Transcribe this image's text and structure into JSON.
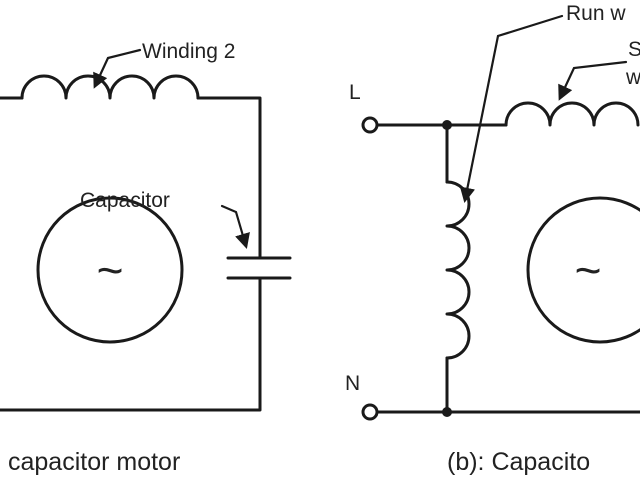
{
  "labels": {
    "winding_2": "Winding 2",
    "capacitor": "Capacitor",
    "run_winding": "Run w",
    "start_winding_line1": "S",
    "start_winding_line2": "w",
    "terminal_l": "L",
    "terminal_n": "N",
    "ac_symbol_left": "~",
    "ac_symbol_right": "~"
  },
  "captions": {
    "left": "capacitor motor",
    "right": "(b): Capacito"
  }
}
